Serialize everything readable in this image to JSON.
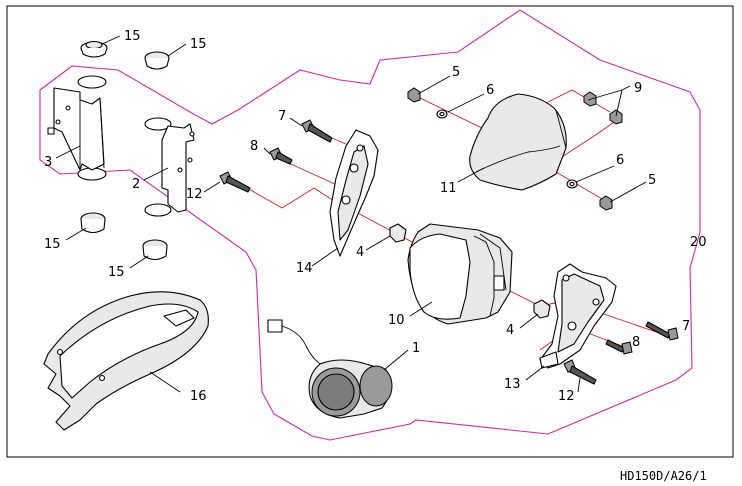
{
  "diagram": {
    "callouts": {
      "p1": "1",
      "p2": "2",
      "p3": "3",
      "p4a": "4",
      "p4b": "4",
      "p5a": "5",
      "p5b": "5",
      "p6a": "6",
      "p6b": "6",
      "p7a": "7",
      "p7b": "7",
      "p8a": "8",
      "p8b": "8",
      "p9": "9",
      "p10": "10",
      "p11": "11",
      "p12a": "12",
      "p12b": "12",
      "p13": "13",
      "p14": "14",
      "p15a": "15",
      "p15b": "15",
      "p15c": "15",
      "p15d": "15",
      "p16": "16",
      "p20": "20"
    },
    "footer_code": "HD150D/A26/1",
    "colors": {
      "boundary": "#cc2f9e",
      "alignment_lines": "#cc2020",
      "outline": "#000000"
    }
  }
}
